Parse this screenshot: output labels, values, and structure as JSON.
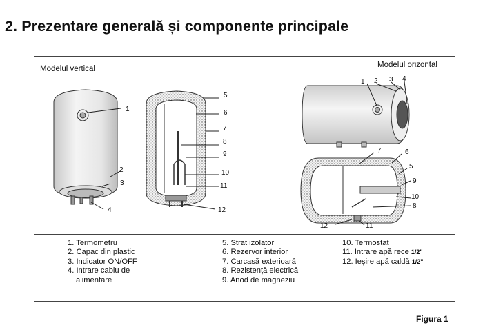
{
  "section_title": "2. Prezentare generală și componente principale",
  "model_vertical_label": "Modelul vertical",
  "model_horizontal_label": "Modelul orizontal",
  "legend_col1": [
    "1. Termometru",
    "2. Capac din plastic",
    "3. Indicator ON/OFF",
    "4. Intrare cablu de",
    "alimentare"
  ],
  "legend_col2": [
    "5. Strat izolator",
    "6. Rezervor interior",
    "7. Carcasă exterioară",
    "8. Rezistență electrică",
    "9. Anod de magneziu"
  ],
  "legend_col3": [
    "10. Termostat",
    "11. Intrare apă rece",
    "12. Ieșire apă caldă"
  ],
  "legend_col3_suffix": [
    "",
    "1/2\"",
    "1/2\""
  ],
  "figure_caption": "Figura 1",
  "callouts": {
    "vertical_exterior": [
      "1",
      "2",
      "3",
      "4"
    ],
    "vertical_section": [
      "5",
      "6",
      "7",
      "8",
      "9",
      "10",
      "11",
      "12"
    ],
    "horizontal_exterior": [
      "1",
      "2",
      "3",
      "4"
    ],
    "horizontal_section": [
      "7",
      "6",
      "5",
      "9",
      "10",
      "8",
      "12",
      "11"
    ]
  }
}
